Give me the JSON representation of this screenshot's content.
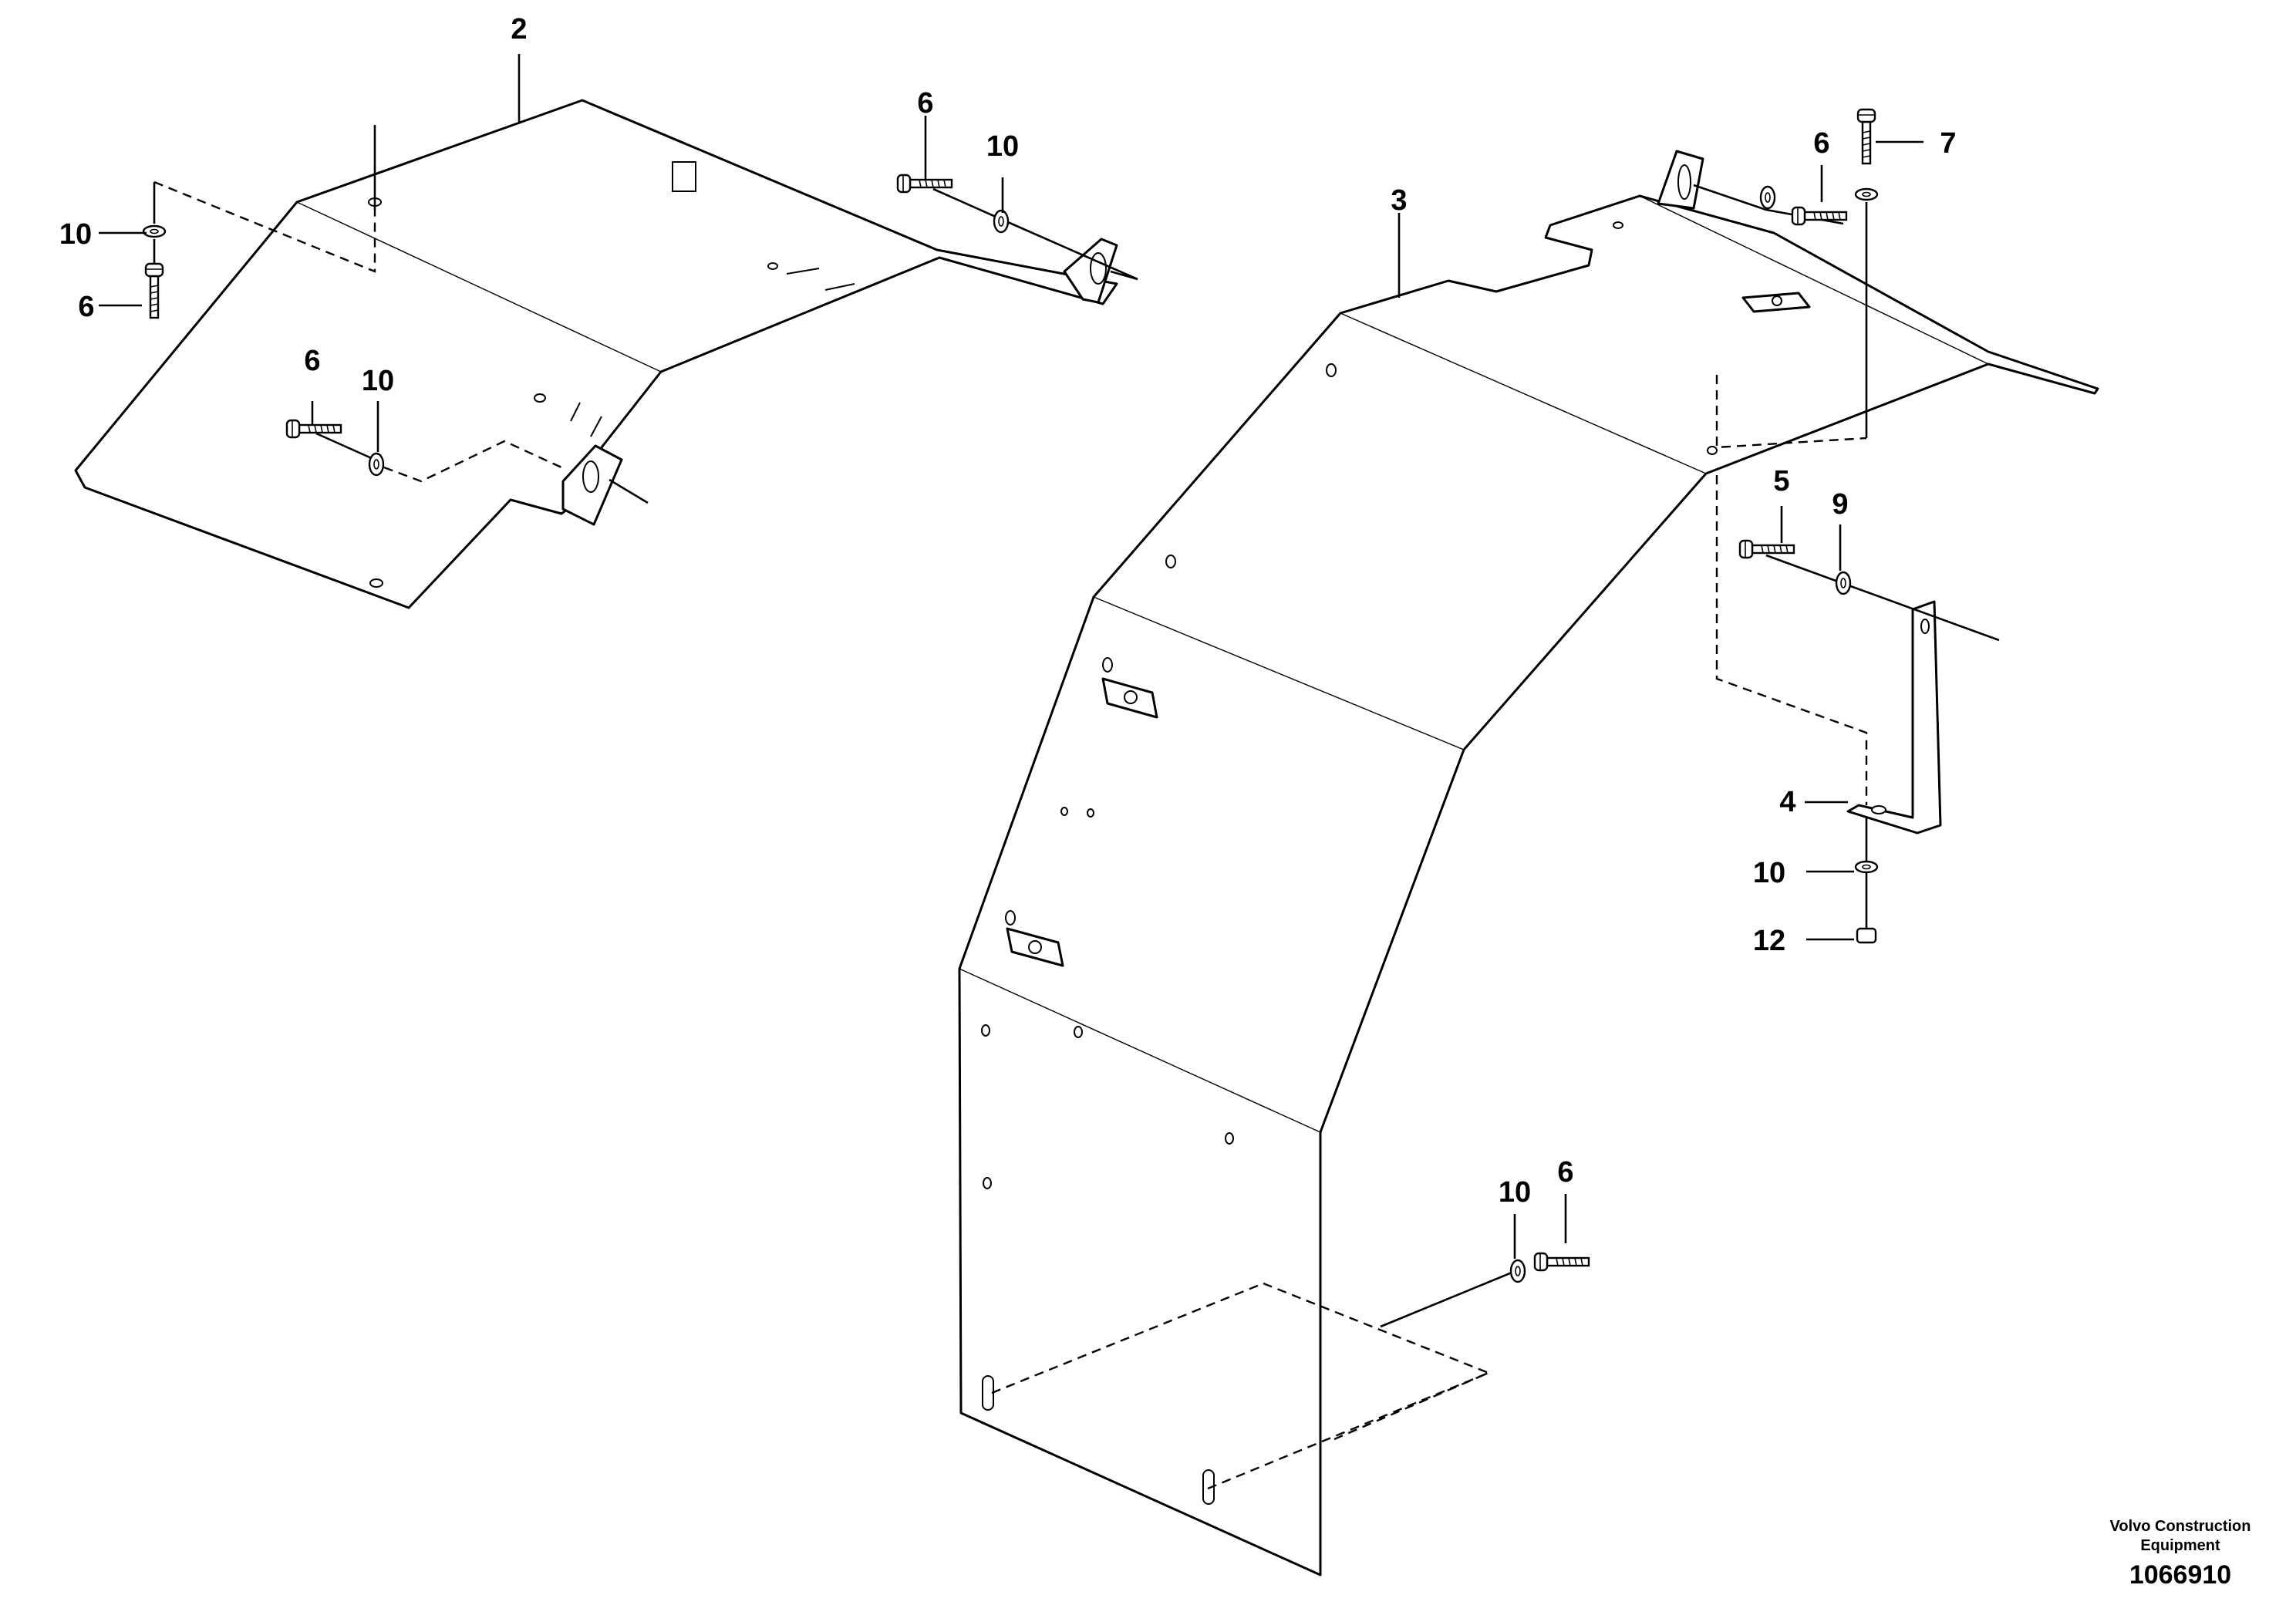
{
  "diagram": {
    "callouts": {
      "c2": "2",
      "c3": "3",
      "c4": "4",
      "c5": "5",
      "c6a": "6",
      "c6b": "6",
      "c6c": "6",
      "c6d": "6",
      "c6e": "6",
      "c7": "7",
      "c9": "9",
      "c10a": "10",
      "c10b": "10",
      "c10c": "10",
      "c10d": "10",
      "c10e": "10",
      "c12": "12"
    },
    "credit": {
      "line1": "Volvo Construction",
      "line2": "Equipment",
      "number": "1066910"
    }
  }
}
